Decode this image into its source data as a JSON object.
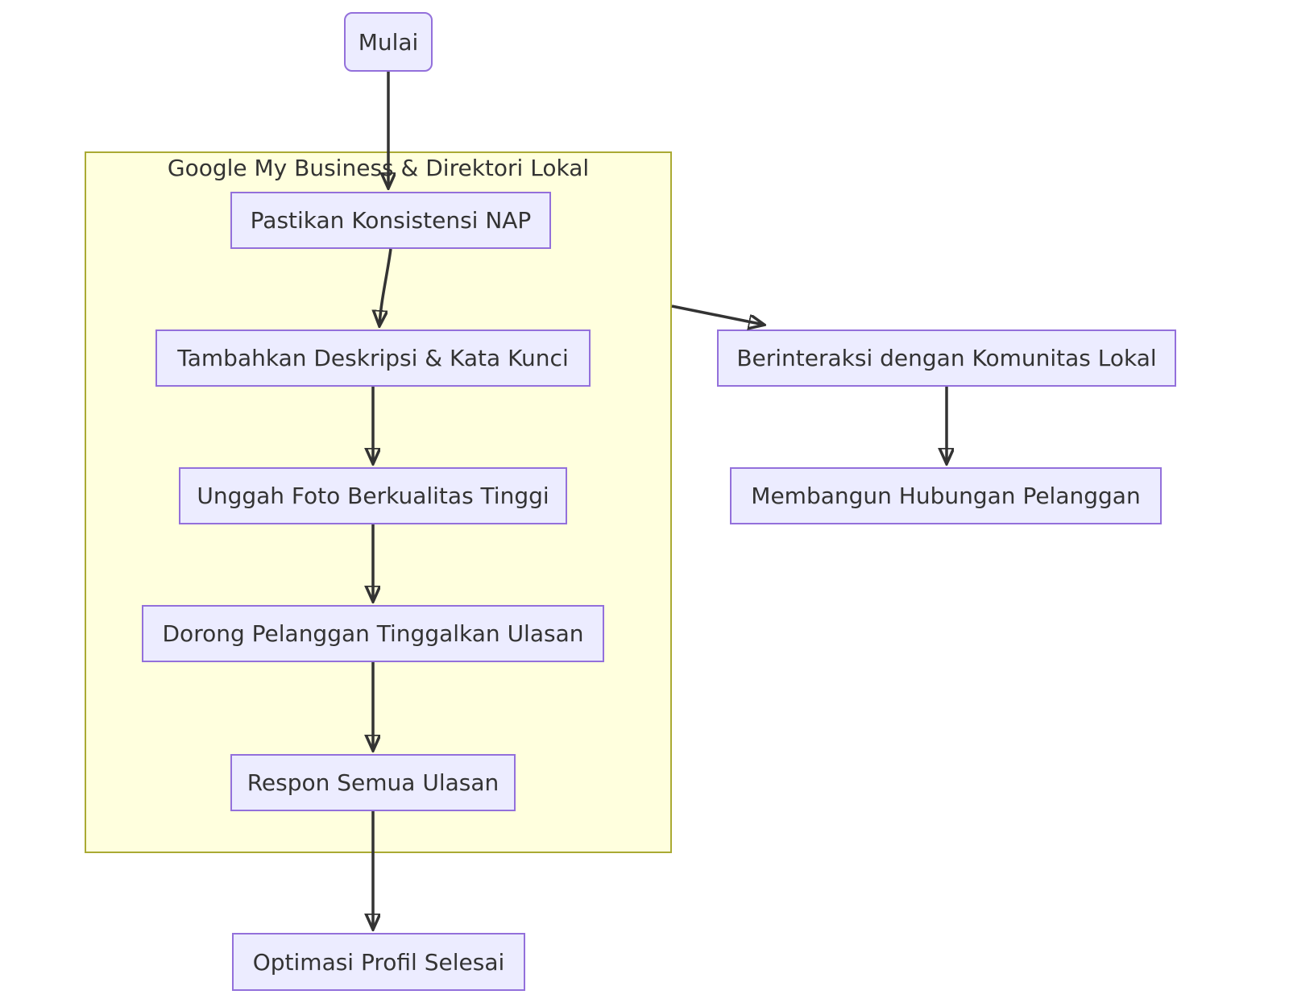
{
  "diagram": {
    "type": "flowchart",
    "direction": "top-down",
    "subgraph": {
      "title": "Google My Business & Direktori Lokal"
    },
    "nodes": {
      "start": {
        "label": "Mulai",
        "shape": "rounded"
      },
      "nap": {
        "label": "Pastikan Konsistensi NAP",
        "shape": "rect"
      },
      "desc": {
        "label": "Tambahkan Deskripsi & Kata Kunci",
        "shape": "rect"
      },
      "photo": {
        "label": "Unggah Foto Berkualitas Tinggi",
        "shape": "rect"
      },
      "review": {
        "label": "Dorong Pelanggan Tinggalkan Ulasan",
        "shape": "rect"
      },
      "respond": {
        "label": "Respon Semua Ulasan",
        "shape": "rect"
      },
      "done": {
        "label": "Optimasi Profil Selesai",
        "shape": "rect"
      },
      "community": {
        "label": "Berinteraksi dengan Komunitas Lokal",
        "shape": "rect"
      },
      "relation": {
        "label": "Membangun Hubungan Pelanggan",
        "shape": "rect"
      }
    },
    "edges": [
      {
        "from": "start",
        "to": "nap"
      },
      {
        "from": "nap",
        "to": "desc"
      },
      {
        "from": "desc",
        "to": "photo"
      },
      {
        "from": "photo",
        "to": "review"
      },
      {
        "from": "review",
        "to": "respond"
      },
      {
        "from": "respond",
        "to": "done"
      },
      {
        "from": "subgraph",
        "to": "community"
      },
      {
        "from": "community",
        "to": "relation"
      }
    ],
    "colors": {
      "node_fill": "#ECECFF",
      "node_border": "#9370DB",
      "subgraph_fill": "#FFFFDE",
      "subgraph_border": "#AAAA33",
      "edge": "#333333",
      "text": "#333333",
      "background": "#FFFFFF"
    }
  }
}
